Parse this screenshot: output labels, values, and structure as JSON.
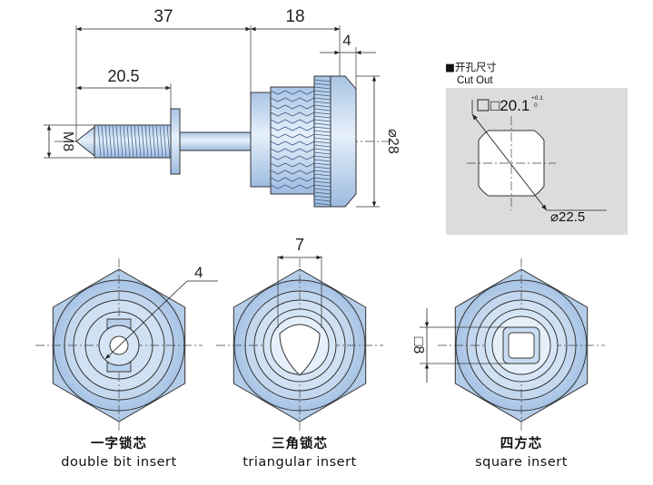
{
  "side_view": {
    "dim_overall": "37",
    "dim_body": "18",
    "dim_flange": "4",
    "dim_thread_len": "20.5",
    "dim_thread": "M8",
    "dim_diameter": "⌀28"
  },
  "cutout": {
    "title_cn": "■开孔尺寸",
    "title_en": "Cut Out",
    "dim_square": "□20.1",
    "tol_upper": "+0.1",
    "tol_lower": "0",
    "dim_diameter": "⌀22.5"
  },
  "front_views": [
    {
      "dim": "4",
      "label_cn": "一字锁芯",
      "label_en": "double bit insert"
    },
    {
      "dim": "7",
      "label_cn": "三角锁芯",
      "label_en": "triangular insert"
    },
    {
      "dim": "□8",
      "label_cn": "四方芯",
      "label_en": "square insert"
    }
  ],
  "colors": {
    "metal_fill": "#c9dcf1",
    "metal_dark": "#8fb0d6",
    "cutout_panel": "#dcdcdc",
    "line": "#2a2a2a"
  }
}
